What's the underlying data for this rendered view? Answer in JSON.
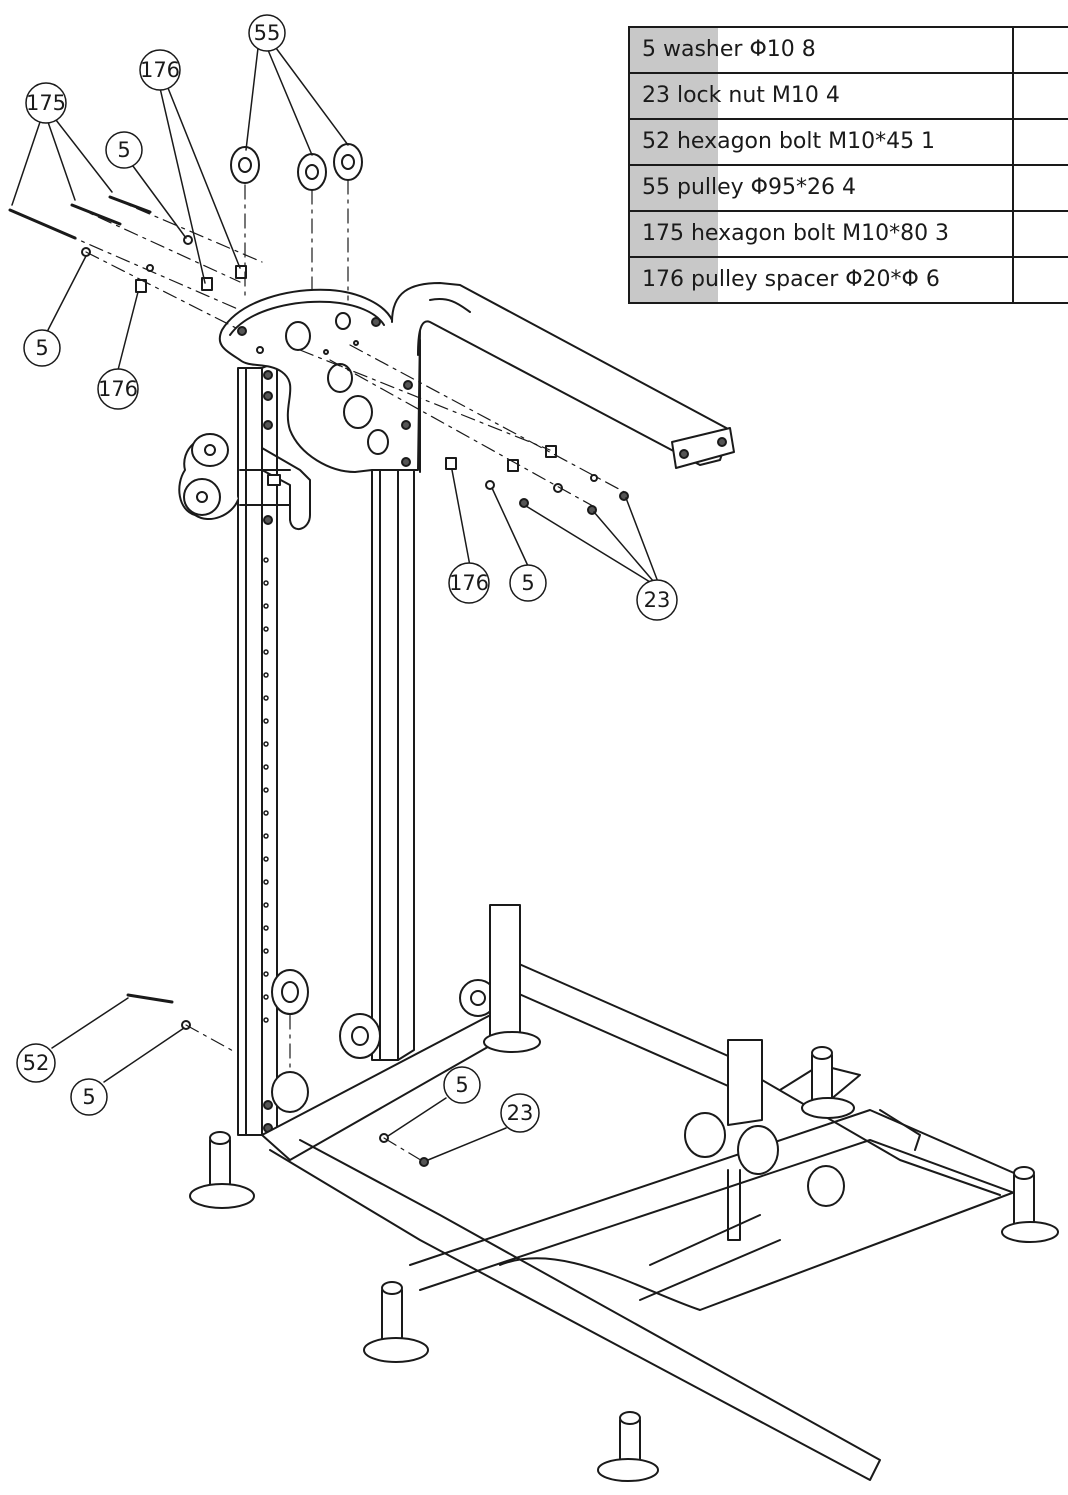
{
  "parts_table": [
    {
      "text": "5 washer Φ10   8"
    },
    {
      "text": "23 lock nut  M10   4"
    },
    {
      "text": "52 hexagon bolt  M10*45 1"
    },
    {
      "text": "55 pulley Φ95*26 4"
    },
    {
      "text": "175 hexagon bolt M10*80 3"
    },
    {
      "text": "176 pulley spacer Φ20*Φ 6"
    }
  ],
  "callouts": {
    "c55": "55",
    "c176_top": "176",
    "c175": "175",
    "c5_a": "5",
    "c5_b": "5",
    "c176_left": "176",
    "c176_mid": "176",
    "c5_mid": "5",
    "c23_mid": "23",
    "c52": "52",
    "c5_bottom": "5",
    "c5_base": "5",
    "c23_base": "23"
  }
}
